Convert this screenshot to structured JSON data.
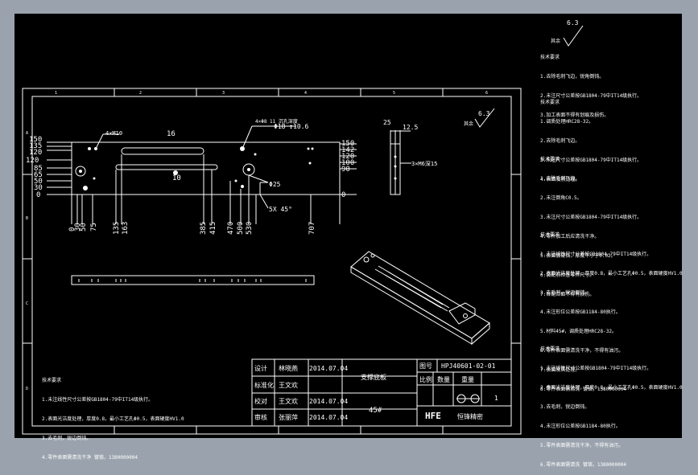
{
  "colors": {
    "background": "#000000",
    "lines": "#ffffff",
    "frame_outer": "#9aa3ad"
  },
  "drawing": {
    "part_number": "HPJ40601-02-01",
    "material": "45#",
    "scale": "1",
    "brand": "HFE",
    "roughness_main": "6.3",
    "roughness_sheet": "6.3",
    "hole_callouts": [
      "4×M10",
      "4×Φ8 11 沉孔深度",
      "Φ18 ↧10.6",
      "Φ25",
      "5X 45°",
      "3×M6深15"
    ],
    "labels": {
      "remaining": "其余",
      "label16": "16",
      "label10": "10"
    }
  },
  "dimensions": {
    "left_v": [
      "150",
      "135",
      "120",
      "120",
      "85",
      "65",
      "50",
      "30",
      "0"
    ],
    "right_v": [
      "150",
      "142",
      "120",
      "100",
      "90",
      "0"
    ],
    "bottom_h": [
      "0",
      "30",
      "50",
      "75",
      "135",
      "163",
      "385",
      "415",
      "470",
      "500",
      "530",
      "707"
    ],
    "side_top": [
      "25",
      "12.5"
    ]
  },
  "title_block": {
    "rows": [
      {
        "role": "设计",
        "name": "林晓燕",
        "date": "2014.07.04"
      },
      {
        "role": "标准化",
        "name": "王文欢",
        "date": ""
      },
      {
        "role": "校对",
        "name": "王文欢",
        "date": "2014.07.04"
      },
      {
        "role": "审核",
        "name": "张丽萍",
        "date": "2014.07.04"
      }
    ],
    "part_name": "支撑底板",
    "drawing_no_label": "图号",
    "headers": [
      "比例",
      "数量",
      "重量"
    ],
    "company": "恒锋精密"
  },
  "notes_inner": {
    "heading": "技术要求",
    "lines": [
      "1.未注线性尺寸公差按GB1804-79中IT14级执行。",
      "2.表面光洁度处理，厚度0.8，最小工艺孔Φ0.5，表面硬度HV1.0",
      "3.去毛刺，锐边倒钝。",
      "4.零件表面需清洗干净 镀铬，1380000004"
    ]
  },
  "notes_side": [
    {
      "heading": "技术要求",
      "lines": [
        "1.去除毛刺飞边，锐角倒钝。",
        "2.未注尺寸公差按GB1804-79中IT14级执行。",
        "3.加工表面不得有划痕及损伤。"
      ]
    },
    {
      "heading": "技术要求",
      "lines": [
        "1.调质处理HRC28-32。",
        "2.去除毛刺飞边。",
        "3.未注尺寸公差按GB1804-79中IT14级执行。",
        "4.表面发黑处理。"
      ]
    },
    {
      "heading": "技术要求",
      "lines": [
        "1.去除毛刺飞边。",
        "2.未注倒角C0.5。",
        "3.未注尺寸公差按GB1804-79中IT14级执行。",
        "4.零件加工后应清洗干净。",
        "5.表面镀硬铬，厚度不小于0.02。",
        "6.装配前检查零件尺寸。",
        "7.各配合面不得有损伤。"
      ]
    },
    {
      "heading": "技术要求",
      "lines": [
        "1.未注线性尺寸公差按GB1804-79中IT14级执行。",
        "2.表面光洁度处理，厚度0.8，最小工艺孔Φ0.5，表面硬度HV1.0",
        "3.去毛刺，锐边倒钝。",
        "4.未注形位公差按GB1184-80执行。",
        "5.材料45#，调质处理HRC28-32。",
        "6.零件表面需清洗干净，不得有油污。",
        "7.表面发黑处理。",
        "8.零件表面需清洗 镀铬，1380000004"
      ]
    },
    {
      "heading": "技术要求",
      "lines": [
        "1.未注线性尺寸公差按GB1804-79中IT14级执行。",
        "2.表面光洁度处理，厚度0.8，最小工艺孔Φ0.5，表面硬度HV1.0",
        "3.去毛刺，锐边倒钝。",
        "4.未注形位公差按GB1184-80执行。",
        "5.零件表面需清洗干净，不得有油污。",
        "6.零件表面需清洗 镀铬，1380000004"
      ]
    }
  ],
  "frame": {
    "cols_top": [
      "1",
      "2",
      "3",
      "4",
      "5",
      "6"
    ],
    "rows_side": [
      "A",
      "B",
      "C",
      "D"
    ]
  }
}
